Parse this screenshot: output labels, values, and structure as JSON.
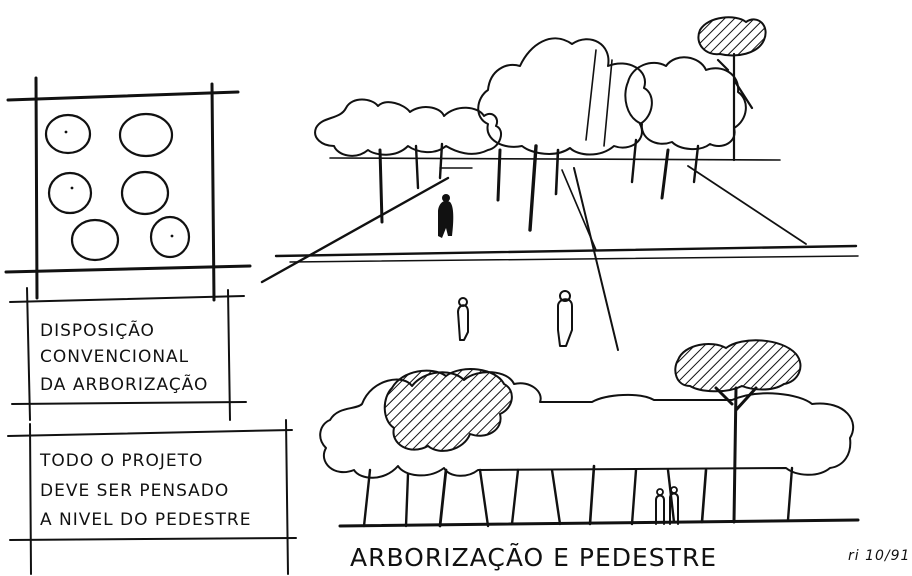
{
  "note_arrangement": {
    "lines": [
      "DISPOSIÇÃO",
      "CONVENCIONAL",
      "DA ARBORIZAÇÃO"
    ]
  },
  "note_project": {
    "lines": [
      "TODO O PROJETO",
      "DEVE SER PENSADO",
      "A NIVEL DO PEDESTRE"
    ]
  },
  "caption": "ARBORIZAÇÃO E PEDESTRE",
  "signature": "ri 10/91",
  "colors": {
    "ink": "#111111",
    "paper": "#ffffff"
  }
}
